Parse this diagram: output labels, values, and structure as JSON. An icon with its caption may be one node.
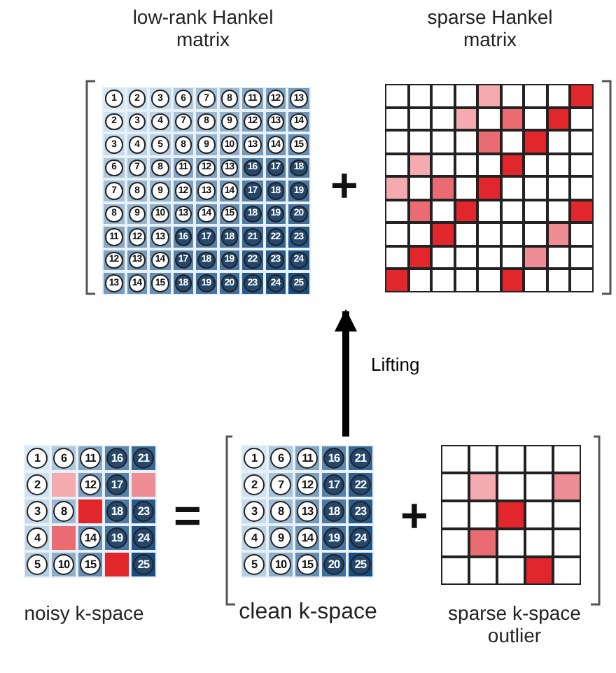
{
  "diagram": {
    "nodes": [
      {
        "text": [
          "low-rank Hankel matrix"
        ]
      },
      {
        "text": [
          "sparse Hankel matrix"
        ]
      },
      {
        "text": [
          "noisy k-space"
        ]
      },
      {
        "text": [
          "clean k-space"
        ]
      },
      {
        "text": [
          "sparse k-space outlier"
        ]
      }
    ],
    "edges": [
      {
        "from": 3,
        "to": 0,
        "arrow": "to",
        "label": "Lifting"
      }
    ],
    "labels": [
      "1",
      "2",
      "3",
      "6",
      "7",
      "8",
      "11",
      "12",
      "13",
      "2",
      "3",
      "4",
      "7",
      "8",
      "9",
      "12",
      "13",
      "14",
      "3",
      "4",
      "5",
      "8",
      "9",
      "10",
      "13",
      "14",
      "15",
      "6",
      "7",
      "8",
      "11",
      "12",
      "13",
      "16",
      "17",
      "18",
      "7",
      "8",
      "9",
      "12",
      "13",
      "14",
      "17",
      "18",
      "19",
      "8",
      "9",
      "10",
      "13",
      "14",
      "15",
      "18",
      "19",
      "20",
      "11",
      "12",
      "13",
      "16",
      "17",
      "18",
      "21",
      "22",
      "23",
      "12",
      "13",
      "14",
      "17",
      "18",
      "19",
      "22",
      "23",
      "24",
      "13",
      "14",
      "15",
      "18",
      "19",
      "20",
      "23",
      "24",
      "25",
      "+",
      "1",
      "6",
      "11",
      "16",
      "21",
      "2",
      "12",
      "17",
      "3",
      "8",
      "18",
      "23",
      "4",
      "14",
      "19",
      "24",
      "5",
      "10",
      "15",
      "25",
      "=",
      "1",
      "6",
      "11",
      "16",
      "21",
      "2",
      "7",
      "12",
      "17",
      "22",
      "3",
      "8",
      "13",
      "18",
      "23",
      "4",
      "9",
      "14",
      "19",
      "24",
      "5",
      "10",
      "15",
      "20",
      "25",
      "+"
    ]
  }
}
